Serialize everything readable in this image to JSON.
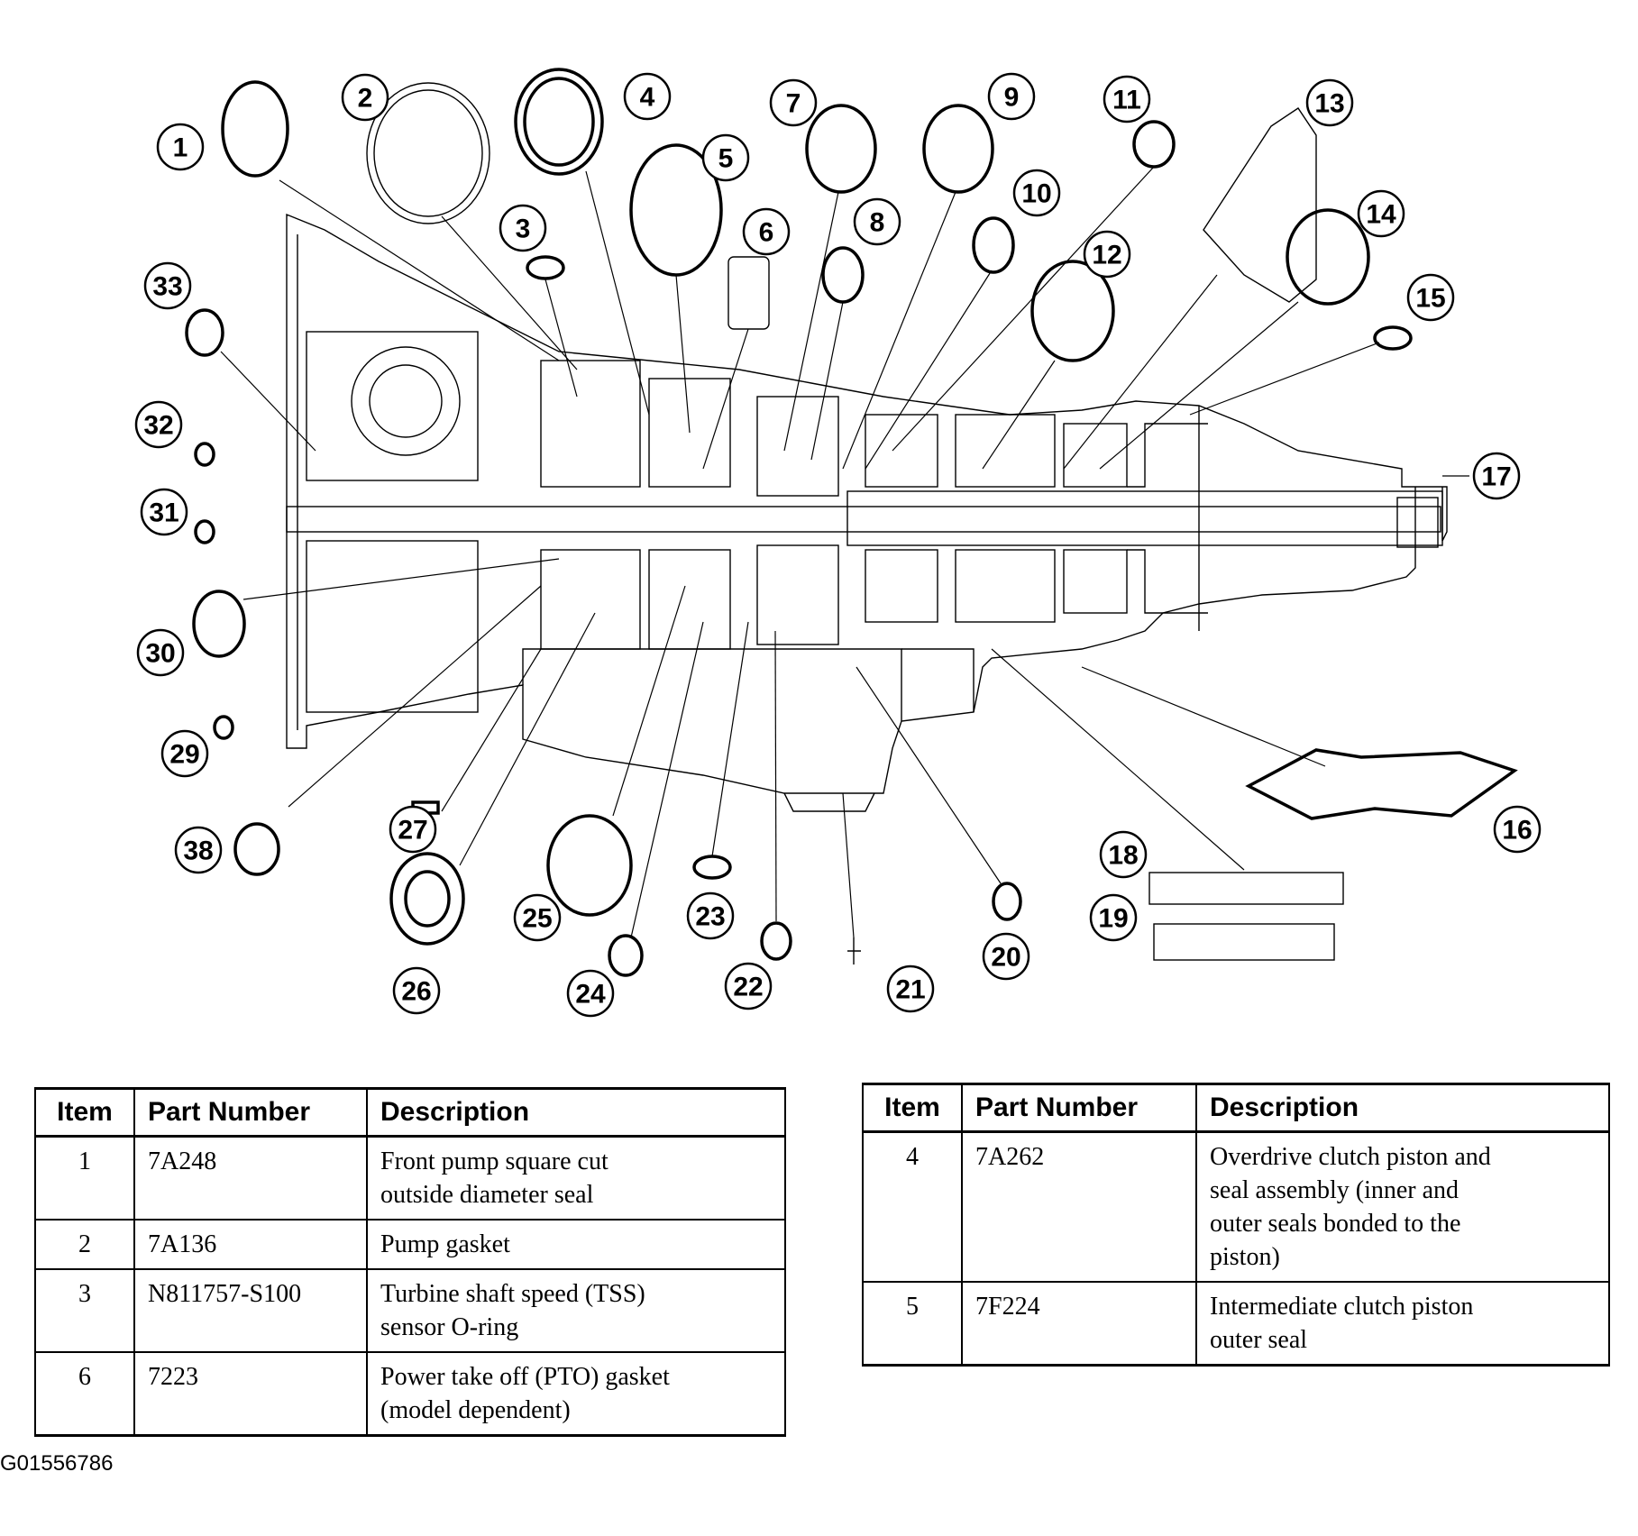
{
  "callouts": [
    "1",
    "2",
    "3",
    "4",
    "5",
    "6",
    "7",
    "8",
    "9",
    "10",
    "11",
    "12",
    "13",
    "14",
    "15",
    "16",
    "17",
    "18",
    "19",
    "20",
    "21",
    "22",
    "23",
    "24",
    "25",
    "26",
    "27",
    "29",
    "30",
    "31",
    "32",
    "33",
    "38"
  ],
  "tables": {
    "left": {
      "headers": [
        "Item",
        "Part Number",
        "Description"
      ],
      "rows": [
        {
          "item": "1",
          "part": "7A248",
          "desc_lines": [
            "Front pump square cut",
            "outside diameter seal"
          ]
        },
        {
          "item": "2",
          "part": "7A136",
          "desc_lines": [
            "Pump gasket"
          ]
        },
        {
          "item": "3",
          "part": "N811757-S100",
          "desc_lines": [
            "Turbine shaft speed (TSS)",
            "sensor O-ring"
          ]
        },
        {
          "item": "6",
          "part": "7223",
          "desc_lines": [
            "Power take off (PTO) gasket",
            "(model dependent)"
          ]
        }
      ]
    },
    "right": {
      "headers": [
        "Item",
        "Part Number",
        "Description"
      ],
      "rows": [
        {
          "item": "4",
          "part": "7A262",
          "desc_lines": [
            "Overdrive clutch piston and",
            "seal assembly (inner and",
            "outer seals bonded to the",
            "piston)"
          ]
        },
        {
          "item": "5",
          "part": "7F224",
          "desc_lines": [
            "Intermediate clutch piston",
            "outer seal"
          ]
        }
      ]
    }
  },
  "figure_id": "G01556786"
}
